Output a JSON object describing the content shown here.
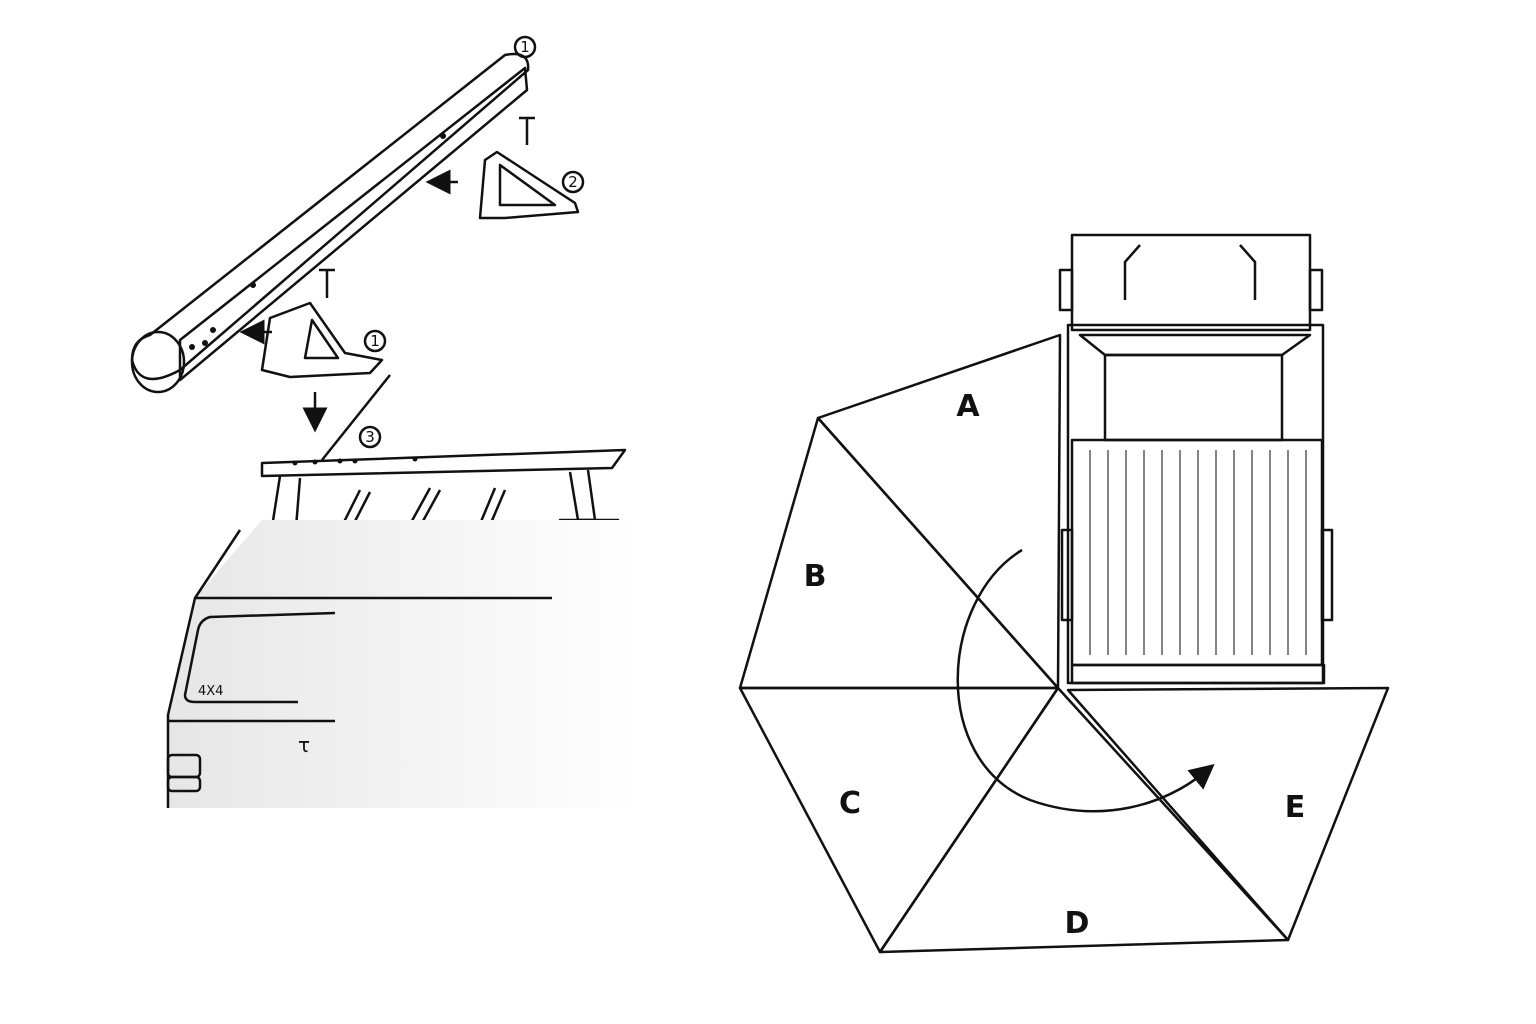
{
  "left_figure": {
    "callouts": [
      "1",
      "2",
      "1",
      "3"
    ],
    "vehicle_badge": "4X4",
    "vehicle_mark": "τ"
  },
  "right_figure": {
    "panels": [
      "A",
      "B",
      "C",
      "D",
      "E"
    ]
  },
  "colors": {
    "line": "#111111",
    "fill_light": "#f2f2f2",
    "fill_mid": "#cfcfcf",
    "fill_dark": "#a8a8a8"
  }
}
